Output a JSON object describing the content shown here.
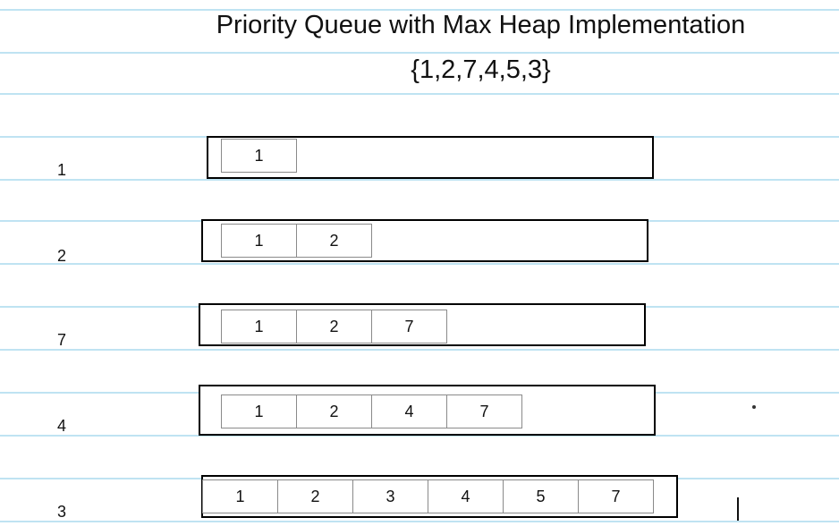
{
  "title": "Priority Queue with Max Heap Implementation",
  "input_sequence": "{1,2,7,4,5,3}",
  "steps": [
    {
      "label": "1",
      "cells": [
        "1"
      ]
    },
    {
      "label": "2",
      "cells": [
        "1",
        "2"
      ]
    },
    {
      "label": "7",
      "cells": [
        "1",
        "2",
        "7"
      ]
    },
    {
      "label": "4",
      "cells": [
        "1",
        "2",
        "4",
        "7"
      ]
    },
    {
      "label": "3",
      "cells": [
        "1",
        "2",
        "3",
        "4",
        "5",
        "7"
      ]
    }
  ],
  "colors": {
    "ruled_line": "#bfe3f2",
    "box_border": "#000000",
    "cell_border": "#8a8a8a"
  }
}
